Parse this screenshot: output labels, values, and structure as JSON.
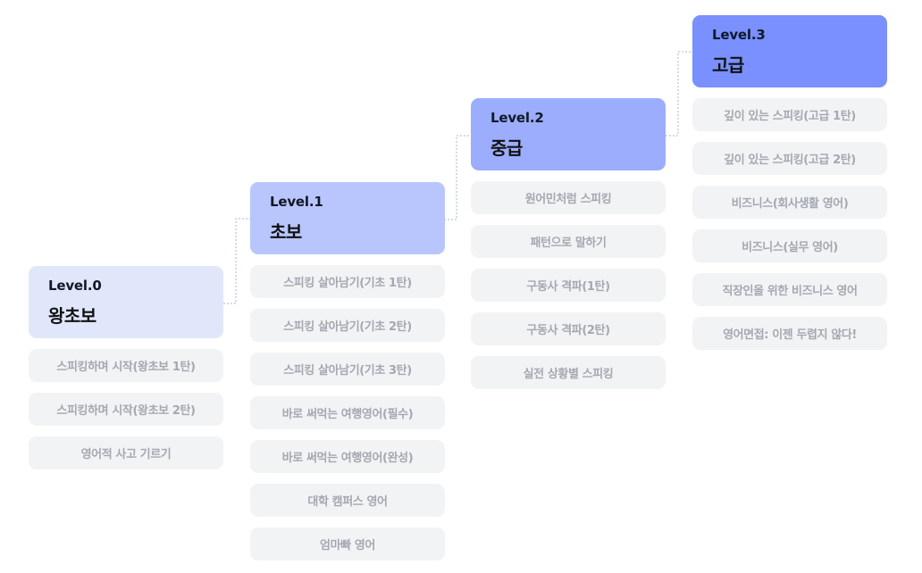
{
  "colors": {
    "level0": "#e1e7fb",
    "level1": "#b9c6fe",
    "level2": "#9dadfd",
    "level3": "#7990fe",
    "item_bg": "#f2f3f5",
    "item_text": "#a4a8b0",
    "connector": "#aab5d8"
  },
  "levels": [
    {
      "level": "Level.0",
      "name": "왕초보",
      "items": [
        "스피킹하며 시작(왕초보 1탄)",
        "스피킹하며 시작(왕초보 2탄)",
        "영어적 사고 기르기"
      ]
    },
    {
      "level": "Level.1",
      "name": "초보",
      "items": [
        "스피킹 살아남기(기초 1탄)",
        "스피킹 살아남기(기초 2탄)",
        "스피킹 살아남기(기초 3탄)",
        "바로 써먹는 여행영어(필수)",
        "바로 써먹는 여행영어(완성)",
        "대학 캠퍼스 영어",
        "엄마빠 영어"
      ]
    },
    {
      "level": "Level.2",
      "name": "중급",
      "items": [
        "원어민처럼 스피킹",
        "패턴으로 말하기",
        "구동사 격파(1탄)",
        "구동사 격파(2탄)",
        "실전 상황별 스피킹"
      ]
    },
    {
      "level": "Level.3",
      "name": "고급",
      "items": [
        "깊이 있는 스피킹(고급 1탄)",
        "깊이 있는 스피킹(고급 2탄)",
        "비즈니스(회사생활 영어)",
        "비즈니스(실무 영어)",
        "직장인을 위한 비즈니스 영어",
        "영어면접: 이젠 두렵지 않다!"
      ]
    }
  ]
}
